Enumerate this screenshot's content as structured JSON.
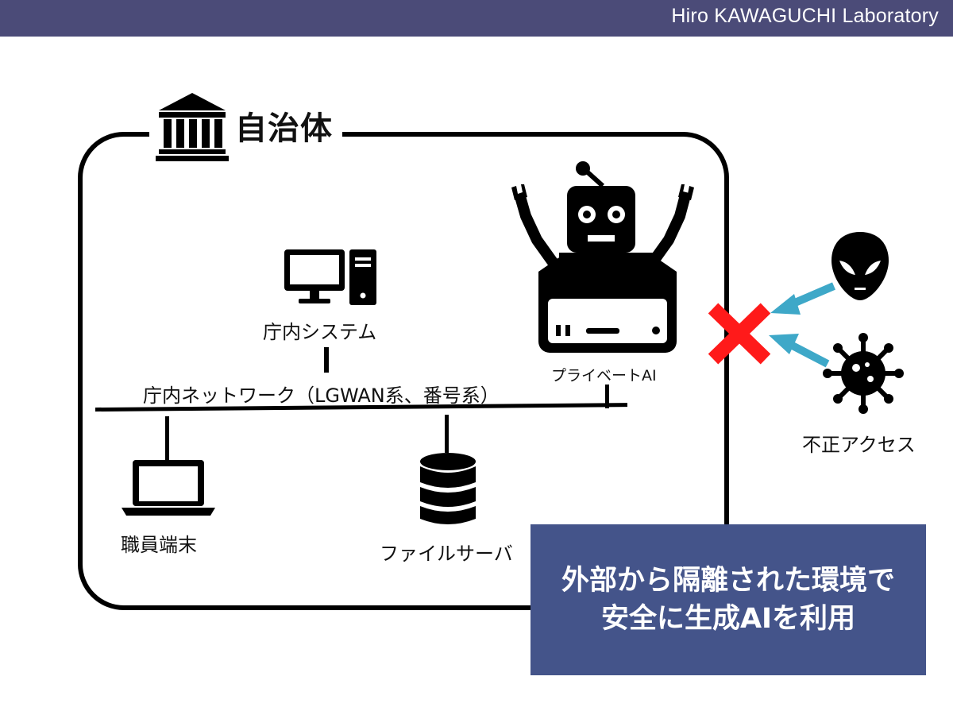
{
  "header": {
    "title": "Hiro KAWAGUCHI Laboratory"
  },
  "colors": {
    "header_bg": "#4b4b78",
    "message_bg": "#44548a",
    "arrow": "#3ea8c8",
    "block_cross": "#ff1a1a"
  },
  "diagram": {
    "frame_label": "自治体",
    "nodes": {
      "internal_system": "庁内システム",
      "network": "庁内ネットワーク（LGWAN系、番号系）",
      "private_ai": "プライベートAI",
      "staff_terminal": "職員端末",
      "file_server": "ファイルサーバ",
      "unauthorized_access": "不正アクセス"
    },
    "icons": {
      "frame": "government-building-icon",
      "internal_system": "desktop-computer-icon",
      "private_ai": "robot-server-icon",
      "staff_terminal": "laptop-icon",
      "file_server": "database-icon",
      "attacker": "alien-icon",
      "virus": "virus-icon",
      "block": "red-x-icon"
    }
  },
  "message": {
    "line1": "外部から隔離された環境で",
    "line2": "安全に生成AIを利用"
  }
}
